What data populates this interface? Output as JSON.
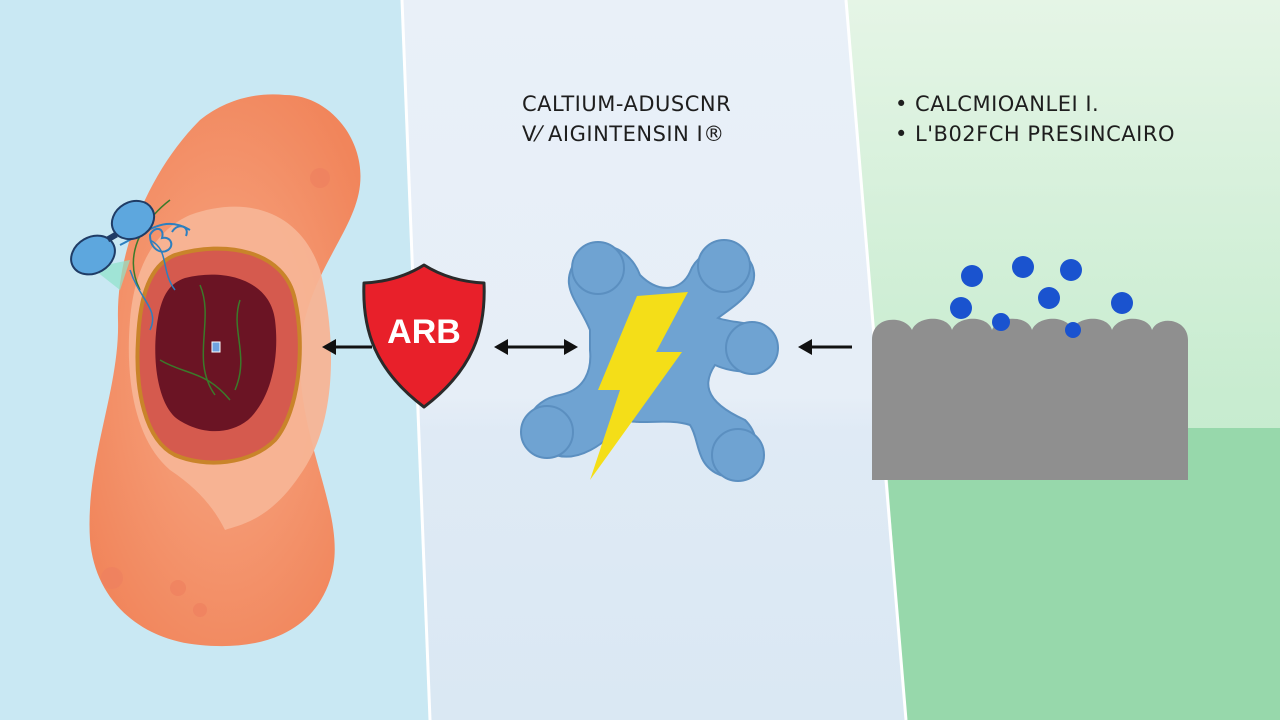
{
  "center_panel": {
    "title_line_1": "CALTIUM-ADUSCNR",
    "title_line_2": "V⁄ AIGINTENSIN I®"
  },
  "right_panel": {
    "bullets": [
      "• CALCMIOANLEI I.",
      "• L'B02FCH PRESINCAIRO"
    ]
  },
  "shield": {
    "label": "ARB",
    "color": "#e8202a"
  },
  "colors": {
    "left_background": "#c9e8f3",
    "center_background": "#e6eef7",
    "right_background_top": "#dff3df",
    "right_background_bottom": "#97d8ab",
    "organ": "#f08a5d",
    "molecule": "#6fa3d2",
    "lightning": "#f4de18",
    "ion_dots": "#1a53cf",
    "membrane": "#8f8f8f"
  }
}
